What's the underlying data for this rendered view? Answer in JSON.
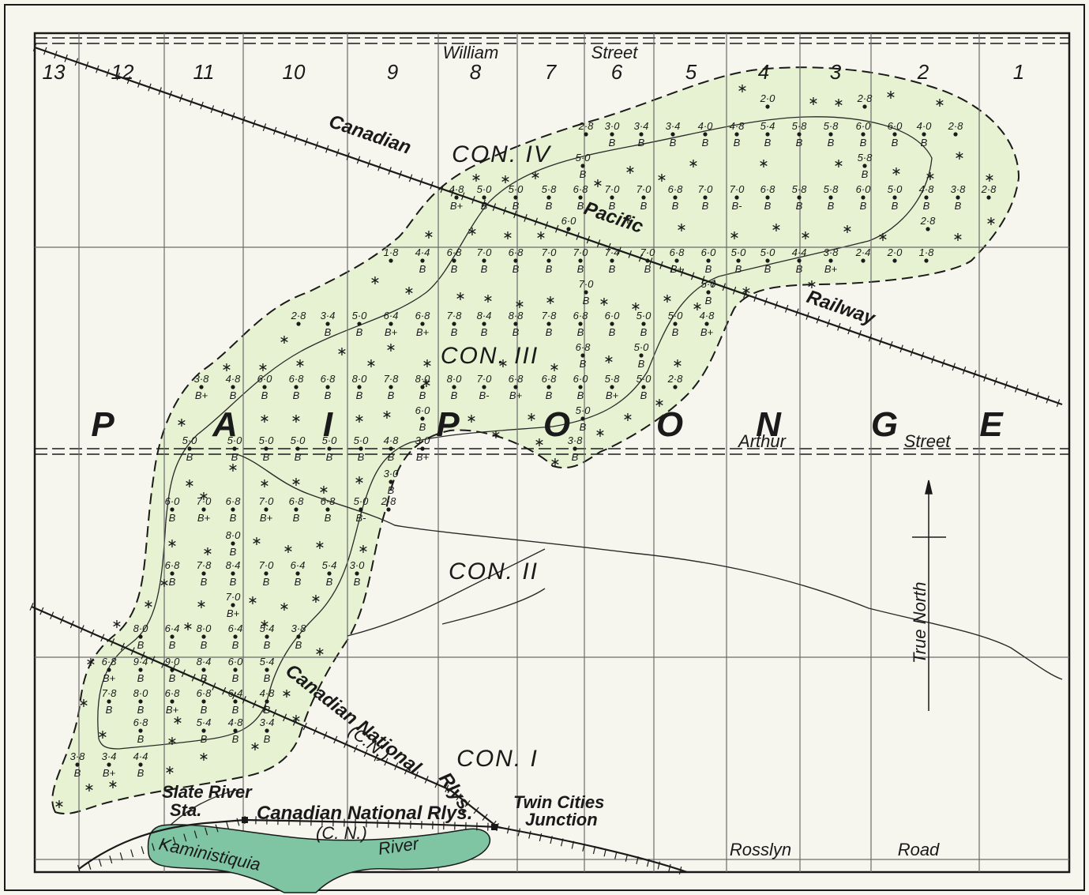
{
  "lots": [
    "13",
    "12",
    "11",
    "10",
    "9",
    "8",
    "7",
    "6",
    "5",
    "4",
    "3",
    "2",
    "1"
  ],
  "streets": {
    "william": "William",
    "street_top": "Street",
    "arthur": "Arthur",
    "street_arthur": "Street",
    "rosslyn": "Rosslyn",
    "road": "Road"
  },
  "concessions": [
    "CON. IV",
    "CON. III",
    "CON. II",
    "CON. I"
  ],
  "township_letters": [
    "P",
    "A",
    "I",
    "P",
    "O",
    "O",
    "N",
    "G",
    "E"
  ],
  "railways": {
    "cpr_1": "Canadian",
    "cpr_2": "Pacific",
    "cpr_3": "Railway",
    "cn_1": "Canadian National",
    "cn_2": "(C.N.)",
    "cn_3": "Rlys.",
    "cn_bottom": "Canadian National Rlys.",
    "cn_bottom_abbr": "(C. N.)"
  },
  "places": {
    "slate_river_1": "Slate River",
    "slate_river_2": "Sta.",
    "twin_cities_1": "Twin Cities",
    "twin_cities_2": "Junction"
  },
  "river": {
    "part1": "Kaministiquia",
    "part2": "River"
  },
  "north_label": "True North",
  "colors": {
    "deposit_fill": "#e6f2d2",
    "river_fill": "#7fc4a3",
    "line": "#1a1a1a",
    "grid": "#6b6b6b",
    "paper": "#f7f6ee"
  },
  "samples": [
    {
      "v": "2·0",
      "g": ""
    },
    {
      "v": "2·8",
      "g": ""
    },
    {
      "v": "2·8",
      "g": ""
    },
    {
      "v": "3·0",
      "g": "B"
    },
    {
      "v": "3·4",
      "g": "B"
    },
    {
      "v": "3·4",
      "g": "B"
    },
    {
      "v": "4·0",
      "g": "B"
    },
    {
      "v": "4·8",
      "g": "B"
    },
    {
      "v": "5·4",
      "g": "B"
    },
    {
      "v": "5·8",
      "g": "B"
    },
    {
      "v": "5·8",
      "g": "B"
    },
    {
      "v": "6·0",
      "g": "B"
    },
    {
      "v": "6·0",
      "g": "B"
    },
    {
      "v": "4·0",
      "g": "B"
    },
    {
      "v": "2·8",
      "g": ""
    },
    {
      "v": "5·0",
      "g": "B"
    },
    {
      "v": "5·8",
      "g": "B"
    },
    {
      "v": "4·8",
      "g": "B+"
    },
    {
      "v": "5·0",
      "g": "B"
    },
    {
      "v": "5·0",
      "g": "B"
    },
    {
      "v": "5·8",
      "g": "B"
    },
    {
      "v": "6·8",
      "g": "B"
    },
    {
      "v": "7·0",
      "g": "B"
    },
    {
      "v": "7·0",
      "g": "B"
    },
    {
      "v": "6·8",
      "g": "B"
    },
    {
      "v": "7·0",
      "g": "B"
    },
    {
      "v": "7·0",
      "g": "B-"
    },
    {
      "v": "6·8",
      "g": "B"
    },
    {
      "v": "5·8",
      "g": "B"
    },
    {
      "v": "5·8",
      "g": "B"
    },
    {
      "v": "6·0",
      "g": "B"
    },
    {
      "v": "5·0",
      "g": "B"
    },
    {
      "v": "4·8",
      "g": "B"
    },
    {
      "v": "3·8",
      "g": "B"
    },
    {
      "v": "2·8",
      "g": ""
    },
    {
      "v": "6·0",
      "g": ""
    },
    {
      "v": "2·8",
      "g": ""
    },
    {
      "v": "1·8",
      "g": ""
    },
    {
      "v": "4·4",
      "g": "B"
    },
    {
      "v": "6·8",
      "g": "B"
    },
    {
      "v": "7·0",
      "g": "B"
    },
    {
      "v": "6·8",
      "g": "B"
    },
    {
      "v": "7·0",
      "g": "B"
    },
    {
      "v": "7·0",
      "g": "B"
    },
    {
      "v": "7·4",
      "g": "B"
    },
    {
      "v": "7·0",
      "g": "B"
    },
    {
      "v": "6·8",
      "g": "B+"
    },
    {
      "v": "6·0",
      "g": "B"
    },
    {
      "v": "5·0",
      "g": "B"
    },
    {
      "v": "5·0",
      "g": "B"
    },
    {
      "v": "4·4",
      "g": "B"
    },
    {
      "v": "3·8",
      "g": "B+"
    },
    {
      "v": "2·4",
      "g": ""
    },
    {
      "v": "2·0",
      "g": ""
    },
    {
      "v": "1·8",
      "g": ""
    },
    {
      "v": "7·0",
      "g": "B"
    },
    {
      "v": "5·0",
      "g": "B"
    },
    {
      "v": "2·8",
      "g": ""
    },
    {
      "v": "3·4",
      "g": "B"
    },
    {
      "v": "5·0",
      "g": "B"
    },
    {
      "v": "6·4",
      "g": "B+"
    },
    {
      "v": "6·8",
      "g": "B+"
    },
    {
      "v": "7·8",
      "g": "B"
    },
    {
      "v": "8·4",
      "g": "B"
    },
    {
      "v": "8·8",
      "g": "B"
    },
    {
      "v": "7·8",
      "g": "B"
    },
    {
      "v": "6·8",
      "g": "B"
    },
    {
      "v": "6·0",
      "g": "B"
    },
    {
      "v": "5·0",
      "g": "B"
    },
    {
      "v": "5·0",
      "g": "B"
    },
    {
      "v": "4·8",
      "g": "B+"
    },
    {
      "v": "6·8",
      "g": "B"
    },
    {
      "v": "5·0",
      "g": "B"
    },
    {
      "v": "3·8",
      "g": "B+"
    },
    {
      "v": "4·8",
      "g": "B"
    },
    {
      "v": "6·0",
      "g": "B"
    },
    {
      "v": "6·8",
      "g": "B"
    },
    {
      "v": "6·8",
      "g": "B"
    },
    {
      "v": "8·0",
      "g": "B"
    },
    {
      "v": "7·8",
      "g": "B"
    },
    {
      "v": "8·0",
      "g": "B"
    },
    {
      "v": "8·0",
      "g": "B"
    },
    {
      "v": "7·0",
      "g": "B-"
    },
    {
      "v": "6·8",
      "g": "B+"
    },
    {
      "v": "6·8",
      "g": "B"
    },
    {
      "v": "6·0",
      "g": "B"
    },
    {
      "v": "5·8",
      "g": "B+"
    },
    {
      "v": "5·0",
      "g": "B"
    },
    {
      "v": "2·8",
      "g": ""
    },
    {
      "v": "6·0",
      "g": "B"
    },
    {
      "v": "5·0",
      "g": "B"
    },
    {
      "v": "5·0",
      "g": "B"
    },
    {
      "v": "5·0",
      "g": "B"
    },
    {
      "v": "5·0",
      "g": "B"
    },
    {
      "v": "5·0",
      "g": "B"
    },
    {
      "v": "5·0",
      "g": "B"
    },
    {
      "v": "5·0",
      "g": "B"
    },
    {
      "v": "4·8",
      "g": "B"
    },
    {
      "v": "3·0",
      "g": "B+"
    },
    {
      "v": "3·8",
      "g": "B"
    },
    {
      "v": "3·0",
      "g": "B"
    },
    {
      "v": "6·0",
      "g": "B"
    },
    {
      "v": "7·0",
      "g": "B+"
    },
    {
      "v": "6·8",
      "g": "B"
    },
    {
      "v": "7·0",
      "g": "B+"
    },
    {
      "v": "6·8",
      "g": "B"
    },
    {
      "v": "6·8",
      "g": "B"
    },
    {
      "v": "5·0",
      "g": "B-"
    },
    {
      "v": "2·8",
      "g": ""
    },
    {
      "v": "8·0",
      "g": "B"
    },
    {
      "v": "6·8",
      "g": "B"
    },
    {
      "v": "7·8",
      "g": "B"
    },
    {
      "v": "8·4",
      "g": "B"
    },
    {
      "v": "7·0",
      "g": "B"
    },
    {
      "v": "6·4",
      "g": "B"
    },
    {
      "v": "5·4",
      "g": "B"
    },
    {
      "v": "3·0",
      "g": "B"
    },
    {
      "v": "7·0",
      "g": "B+"
    },
    {
      "v": "8·0",
      "g": "B"
    },
    {
      "v": "6·4",
      "g": "B"
    },
    {
      "v": "8·0",
      "g": "B"
    },
    {
      "v": "6·4",
      "g": "B"
    },
    {
      "v": "5·4",
      "g": "B"
    },
    {
      "v": "3·8",
      "g": "B"
    },
    {
      "v": "6·8",
      "g": "B+"
    },
    {
      "v": "9·4",
      "g": "B"
    },
    {
      "v": "9·0",
      "g": "B"
    },
    {
      "v": "8·4",
      "g": "B"
    },
    {
      "v": "6·0",
      "g": "B"
    },
    {
      "v": "5·4",
      "g": "B"
    },
    {
      "v": "7·8",
      "g": "B"
    },
    {
      "v": "8·0",
      "g": "B"
    },
    {
      "v": "6·8",
      "g": "B+"
    },
    {
      "v": "6·8",
      "g": "B"
    },
    {
      "v": "6·4",
      "g": "B"
    },
    {
      "v": "4·8",
      "g": "B"
    },
    {
      "v": "6·8",
      "g": "B"
    },
    {
      "v": "5·4",
      "g": "B"
    },
    {
      "v": "4·8",
      "g": "B"
    },
    {
      "v": "3·4",
      "g": "B"
    },
    {
      "v": "3·8",
      "g": "B"
    },
    {
      "v": "3·4",
      "g": "B+"
    },
    {
      "v": "4·4",
      "g": "B"
    }
  ]
}
